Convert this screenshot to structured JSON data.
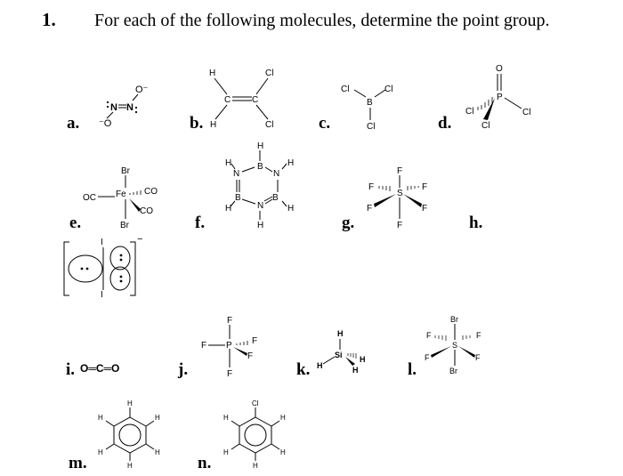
{
  "question": {
    "number": "1.",
    "text": "For each of the following molecules, determine the point group."
  },
  "labels": {
    "a": "a.",
    "b": "b.",
    "c": "c.",
    "d": "d.",
    "e": "e.",
    "f": "f.",
    "g": "g.",
    "h": "h.",
    "i": "i.",
    "j": "j.",
    "k": "k.",
    "l": "l.",
    "m": "m.",
    "n": "n."
  },
  "atoms": {
    "H": "H",
    "Cl": "Cl",
    "C": "C",
    "N": "N",
    "O": "O",
    "B": "B",
    "P": "P",
    "Br": "Br",
    "CO": "CO",
    "OC": "OC",
    "F": "F",
    "S": "S",
    "Fe": "Fe",
    "Si": "Si",
    "I": "I",
    "O_minus": "O⁻",
    "minus_O": "⁻O",
    "charge": "−",
    "co2": "O═C═O"
  }
}
